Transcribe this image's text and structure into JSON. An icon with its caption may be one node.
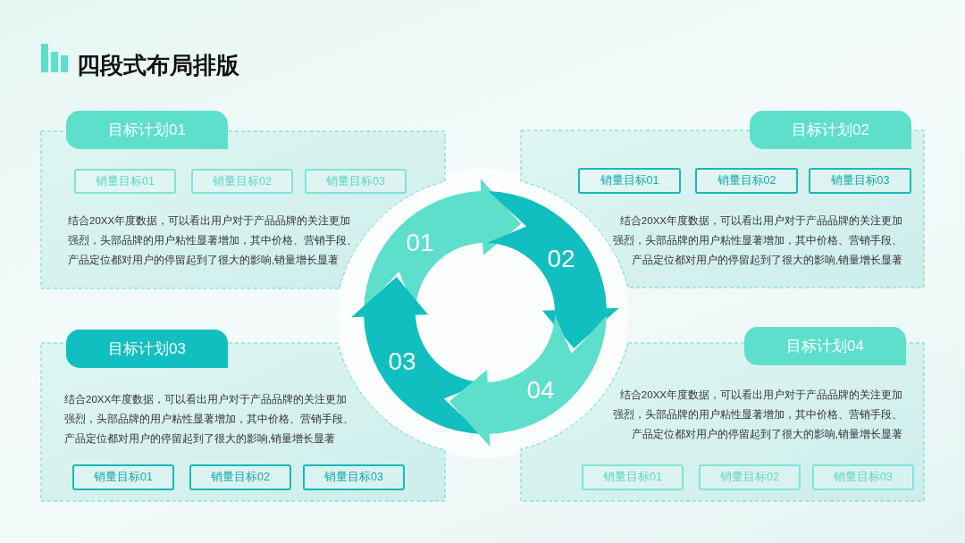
{
  "diagram": {
    "title": "四段式布局排版",
    "nodes": [
      {
        "text": [
          "目标计划01"
        ]
      },
      {
        "text": [
          "结合20XX年度数据，可以看出用户对于产品品牌的关注更加强烈，头部品牌的用户粘性显著增加，其中价格、营销手段、产品定位都对用户的停留起到了很大的影响,销量增长显著"
        ]
      },
      {
        "text": [
          "销量目标01"
        ],
        "in": 1
      },
      {
        "text": [
          "销量目标02"
        ],
        "in": 1
      },
      {
        "text": [
          "销量目标03"
        ],
        "in": 1
      },
      {
        "text": [
          "目标计划02"
        ]
      },
      {
        "text": [
          "结合20XX年度数据，可以看出用户对于产品品牌的关注更加强烈，头部品牌的用户粘性显著增加，其中价格、营销手段、产品定位都对用户的停留起到了很大的影响,销量增长显著"
        ]
      },
      {
        "text": [
          "销量目标01"
        ],
        "in": 6
      },
      {
        "text": [
          "销量目标02"
        ],
        "in": 6
      },
      {
        "text": [
          "销量目标03"
        ],
        "in": 6
      },
      {
        "text": [
          "目标计划03"
        ]
      },
      {
        "text": [
          "结合20XX年度数据，可以看出用户对于产品品牌的关注更加强烈，头部品牌的用户粘性显著增加，其中价格、营销手段、产品定位都对用户的停留起到了很大的影响,销量增长显著"
        ]
      },
      {
        "text": [
          "销量目标01"
        ],
        "in": 11
      },
      {
        "text": [
          "销量目标02"
        ],
        "in": 11
      },
      {
        "text": [
          "销量目标03"
        ],
        "in": 11
      },
      {
        "text": [
          "目标计划04"
        ]
      },
      {
        "text": [
          "结合20XX年度数据，可以看出用户对于产品品牌的关注更加强烈，头部品牌的用户粘性显著增加，其中价格、营销手段、产品定位都对用户的停留起到了很大的影响,销量增长显著"
        ]
      },
      {
        "text": [
          "销量目标01"
        ],
        "in": 16
      },
      {
        "text": [
          "销量目标02"
        ],
        "in": 16
      },
      {
        "text": [
          "销量目标03"
        ],
        "in": 16
      },
      {
        "text": [
          "01"
        ]
      },
      {
        "text": [
          "02"
        ]
      },
      {
        "text": [
          "03"
        ]
      },
      {
        "text": [
          "04"
        ]
      }
    ]
  }
}
